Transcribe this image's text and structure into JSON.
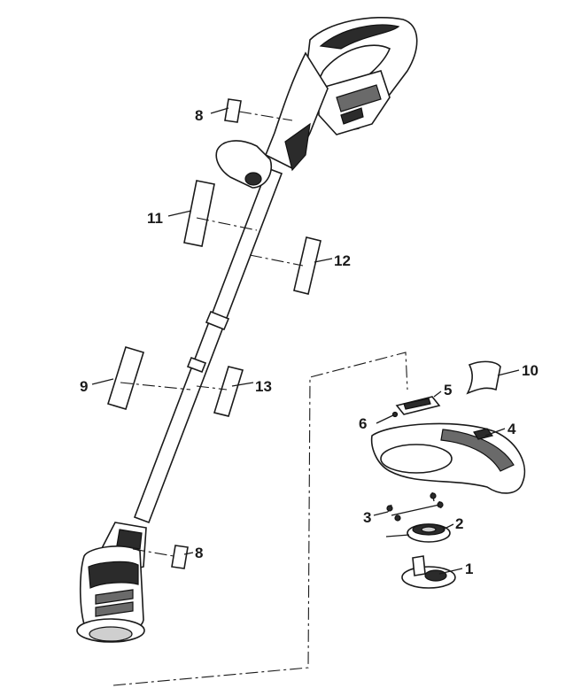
{
  "callouts": [
    {
      "id": "c8a",
      "label": "8"
    },
    {
      "id": "c11",
      "label": "11"
    },
    {
      "id": "c12",
      "label": "12"
    },
    {
      "id": "c9",
      "label": "9"
    },
    {
      "id": "c13",
      "label": "13"
    },
    {
      "id": "c8b",
      "label": "8"
    },
    {
      "id": "c10",
      "label": "10"
    },
    {
      "id": "c5",
      "label": "5"
    },
    {
      "id": "c6",
      "label": "6"
    },
    {
      "id": "c4",
      "label": "4"
    },
    {
      "id": "c3",
      "label": "3"
    },
    {
      "id": "c2",
      "label": "2"
    },
    {
      "id": "c1",
      "label": "1"
    }
  ]
}
